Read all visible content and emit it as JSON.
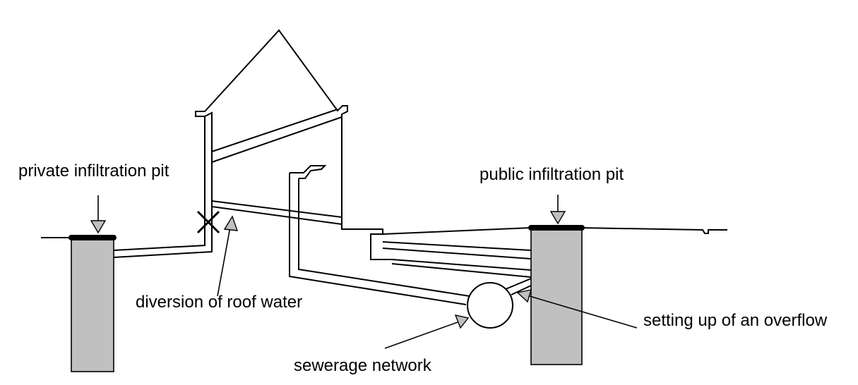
{
  "labels": {
    "private_pit": "private infiltration pit",
    "public_pit": "public infiltration pit",
    "roof_diversion": "diversion of roof water",
    "sewerage": "sewerage network",
    "overflow": "setting up of an overflow"
  },
  "colors": {
    "pit_fill": "#c0c0c0",
    "line": "#000000",
    "background": "#ffffff"
  }
}
